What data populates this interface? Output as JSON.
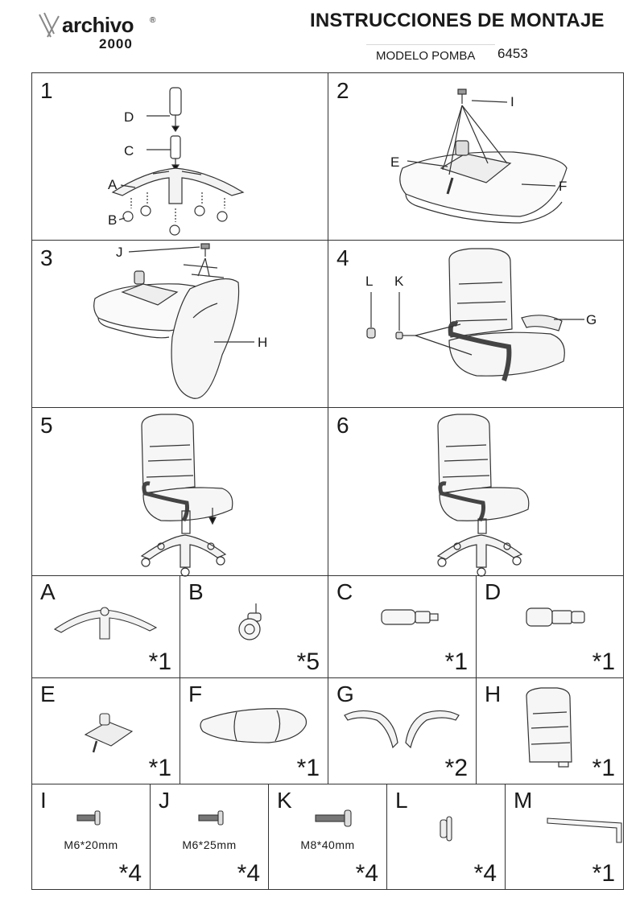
{
  "header": {
    "logo_brand": "archivo",
    "logo_reg": "®",
    "logo_number": "2000",
    "title": "INSTRUCCIONES DE MONTAJE",
    "model_label": "MODELO POMBA",
    "model_number": "6453"
  },
  "steps": [
    {
      "number": "1",
      "labels": {
        "a": "A",
        "b": "B",
        "c": "C",
        "d": "D"
      }
    },
    {
      "number": "2",
      "labels": {
        "e": "E",
        "f": "F",
        "i": "I"
      }
    },
    {
      "number": "3",
      "labels": {
        "j": "J",
        "h": "H"
      }
    },
    {
      "number": "4",
      "labels": {
        "l": "L",
        "k": "K",
        "g": "G"
      }
    },
    {
      "number": "5"
    },
    {
      "number": "6"
    }
  ],
  "parts_row1": [
    {
      "letter": "A",
      "qty": "*1"
    },
    {
      "letter": "B",
      "qty": "*5"
    },
    {
      "letter": "C",
      "qty": "*1"
    },
    {
      "letter": "D",
      "qty": "*1"
    }
  ],
  "parts_row2": [
    {
      "letter": "E",
      "qty": "*1"
    },
    {
      "letter": "F",
      "qty": "*1"
    },
    {
      "letter": "G",
      "qty": "*2"
    },
    {
      "letter": "H",
      "qty": "*1"
    }
  ],
  "hardware": [
    {
      "letter": "I",
      "spec": "M6*20mm",
      "qty": "*4"
    },
    {
      "letter": "J",
      "spec": "M6*25mm",
      "qty": "*4"
    },
    {
      "letter": "K",
      "spec": "M8*40mm",
      "qty": "*4"
    },
    {
      "letter": "L",
      "spec": "",
      "qty": "*4"
    },
    {
      "letter": "M",
      "spec": "",
      "qty": "*1"
    }
  ]
}
